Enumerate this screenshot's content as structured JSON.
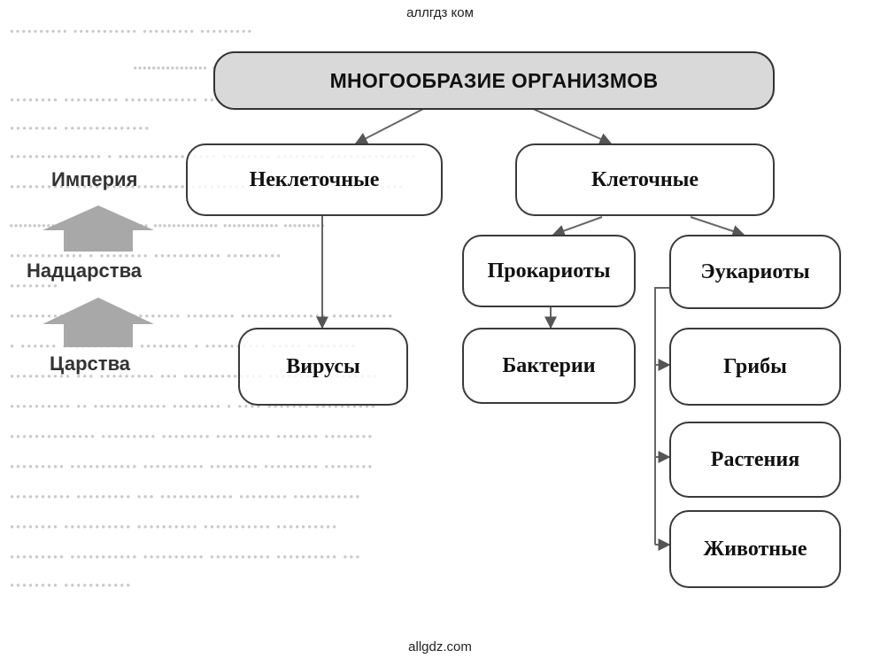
{
  "watermarks": {
    "top": "аллгдз ком",
    "bottom": "allgdz.com"
  },
  "title": "МНОГООБРАЗИЕ ОРГАНИЗМОВ",
  "levels": {
    "empire": "Империя",
    "superkingdom": "Надцарства",
    "kingdom": "Царства"
  },
  "nodes": {
    "noncellular": "Неклеточные",
    "cellular": "Клеточные",
    "viruses": "Вирусы",
    "prokaryotes": "Прокариоты",
    "bacteria": "Бактерии",
    "eukaryotes": "Эукариоты",
    "fungi": "Грибы",
    "plants": "Растения",
    "animals": "Животные"
  },
  "colors": {
    "title_fill": "#d9d9d9",
    "border": "#3a3a3a",
    "arrow_gray": "#a8a8a8",
    "ghost_text": "#c9c9c9"
  }
}
